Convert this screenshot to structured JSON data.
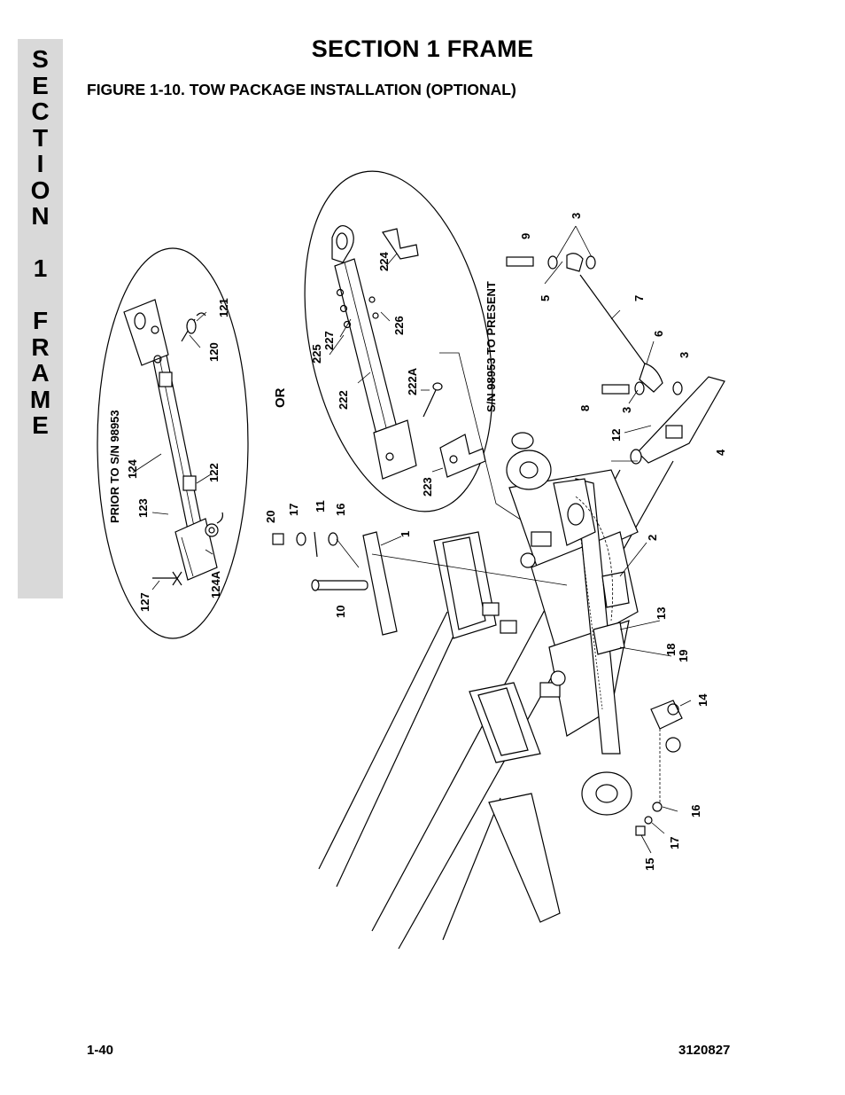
{
  "side_tab": {
    "letters": [
      "S",
      "E",
      "C",
      "T",
      "I",
      "O",
      "N",
      "",
      "1",
      "",
      "F",
      "R",
      "A",
      "M",
      "E"
    ]
  },
  "header": {
    "section_title": "SECTION 1  FRAME",
    "figure_caption": "FIGURE 1-10.  TOW PACKAGE INSTALLATION (OPTIONAL)"
  },
  "diagram": {
    "inset_left_caption": "PRIOR TO S/N 98953",
    "inset_right_caption": "S/N 98953 TO PRESENT",
    "or_text": "OR",
    "callouts": {
      "c1": "1",
      "c2": "2",
      "c3a": "3",
      "c3b": "3",
      "c3c": "3",
      "c4": "4",
      "c5": "5",
      "c6": "6",
      "c7": "7",
      "c8": "8",
      "c9": "9",
      "c10": "10",
      "c11": "11",
      "c12": "12",
      "c13": "13",
      "c14": "14",
      "c15": "15",
      "c16a": "16",
      "c16b": "16",
      "c17a": "17",
      "c17b": "17",
      "c18": "18",
      "c19": "19",
      "c20": "20",
      "c120": "120",
      "c121": "121",
      "c122": "122",
      "c123": "123",
      "c124": "124",
      "c124a": "124A",
      "c127": "127",
      "c222": "222",
      "c222a": "222A",
      "c223": "223",
      "c224": "224",
      "c225": "225",
      "c226": "226",
      "c227": "227"
    }
  },
  "footer": {
    "page_number": "1-40",
    "doc_number": "3120827"
  }
}
